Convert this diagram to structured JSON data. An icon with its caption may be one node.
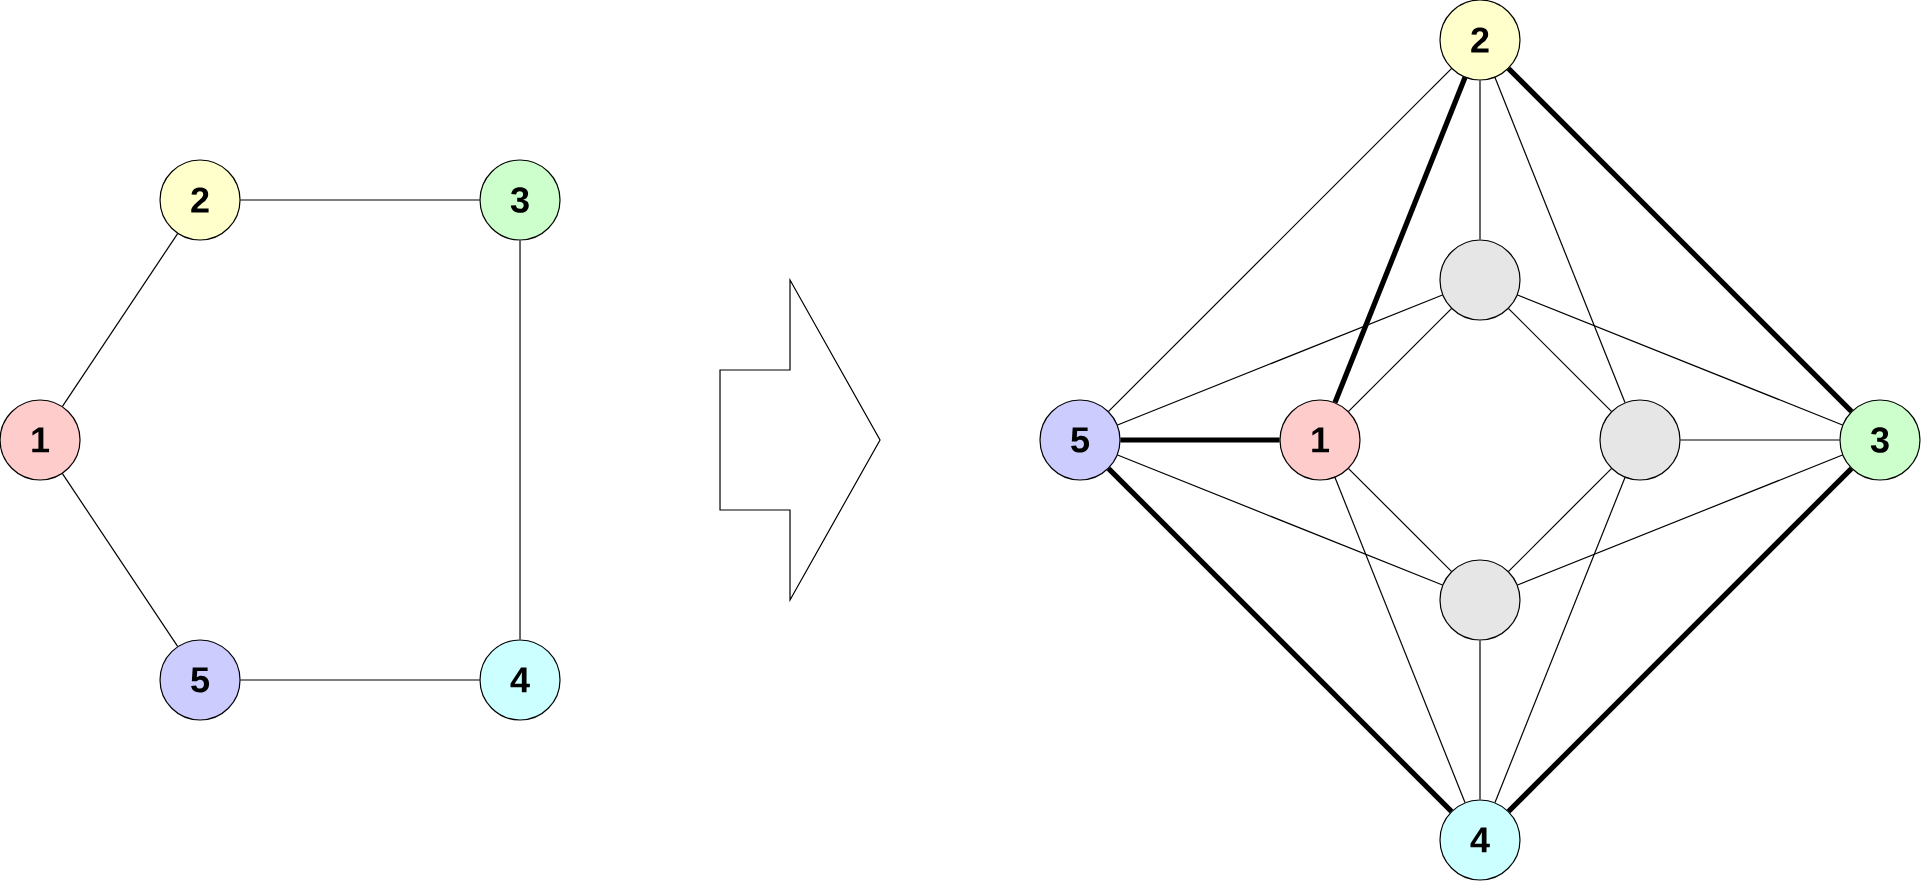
{
  "diagram": {
    "nodes": [
      {
        "text": [
          "1"
        ]
      },
      {
        "text": [
          "2"
        ]
      },
      {
        "text": [
          "3"
        ]
      },
      {
        "text": [
          "4"
        ]
      },
      {
        "text": [
          "5"
        ]
      },
      {
        "text": [
          "1"
        ]
      },
      {
        "text": [
          "2"
        ]
      },
      {
        "text": [
          "3"
        ]
      },
      {
        "text": [
          "4"
        ]
      },
      {
        "text": [
          "5"
        ]
      },
      {
        "text": [],
        "shape": "circle"
      },
      {
        "text": [],
        "shape": "circle"
      },
      {
        "text": [],
        "shape": "circle"
      }
    ],
    "edges": [
      {
        "from": 0,
        "to": 1,
        "arrow": "none"
      },
      {
        "from": 1,
        "to": 2,
        "arrow": "none"
      },
      {
        "from": 2,
        "to": 3,
        "arrow": "none"
      },
      {
        "from": 3,
        "to": 4,
        "arrow": "none"
      },
      {
        "from": 4,
        "to": 0,
        "arrow": "none"
      },
      {
        "from": 6,
        "to": 5,
        "arrow": "none",
        "style": "thick"
      },
      {
        "from": 9,
        "to": 5,
        "arrow": "none",
        "style": "thick"
      },
      {
        "from": 6,
        "to": 7,
        "arrow": "none",
        "style": "thick"
      },
      {
        "from": 9,
        "to": 8,
        "arrow": "none",
        "style": "thick"
      },
      {
        "from": 7,
        "to": 8,
        "arrow": "none",
        "style": "thick"
      },
      {
        "from": 6,
        "to": 9,
        "arrow": "none"
      },
      {
        "from": 6,
        "to": 10,
        "arrow": "none"
      },
      {
        "from": 6,
        "to": 11,
        "arrow": "none"
      },
      {
        "from": 9,
        "to": 10,
        "arrow": "none"
      },
      {
        "from": 9,
        "to": 12,
        "arrow": "none"
      },
      {
        "from": 5,
        "to": 10,
        "arrow": "none"
      },
      {
        "from": 5,
        "to": 12,
        "arrow": "none"
      },
      {
        "from": 5,
        "to": 8,
        "arrow": "none"
      },
      {
        "from": 10,
        "to": 7,
        "arrow": "none"
      },
      {
        "from": 10,
        "to": 11,
        "arrow": "none"
      },
      {
        "from": 11,
        "to": 7,
        "arrow": "none"
      },
      {
        "from": 11,
        "to": 12,
        "arrow": "none"
      },
      {
        "from": 11,
        "to": 8,
        "arrow": "none"
      },
      {
        "from": 12,
        "to": 7,
        "arrow": "none"
      },
      {
        "from": 12,
        "to": 8,
        "arrow": "none"
      }
    ]
  }
}
